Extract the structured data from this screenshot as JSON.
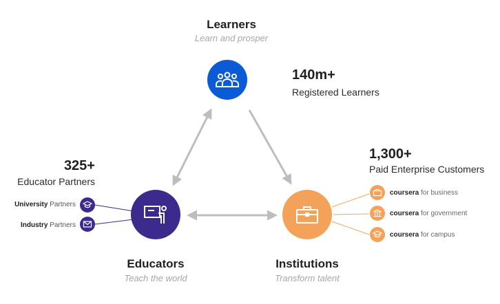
{
  "learners": {
    "title": "Learners",
    "subtitle": "Learn and prosper",
    "stat_value": "140m+",
    "stat_label": "Registered Learners",
    "color": "#0b5bd6"
  },
  "educators": {
    "title": "Educators",
    "subtitle": "Teach the world",
    "stat_value": "325+",
    "stat_label": "Educator Partners",
    "color": "#3c2a8c",
    "partners": [
      {
        "bold": "University",
        "rest": "Partners",
        "icon": "graduation-cap-icon"
      },
      {
        "bold": "Industry",
        "rest": "Partners",
        "icon": "envelope-icon"
      }
    ]
  },
  "institutions": {
    "title": "Institutions",
    "subtitle": "Transform talent",
    "stat_value": "1,300+",
    "stat_label": "Paid Enterprise Customers",
    "color": "#f4a25a",
    "offerings": [
      {
        "brand": "coursera",
        "suffix": "for business",
        "icon": "briefcase-icon"
      },
      {
        "brand": "coursera",
        "suffix": "for government",
        "icon": "government-building-icon"
      },
      {
        "brand": "coursera",
        "suffix": "for campus",
        "icon": "graduation-cap-icon"
      }
    ]
  },
  "arrow_color": "#bdbdbd"
}
